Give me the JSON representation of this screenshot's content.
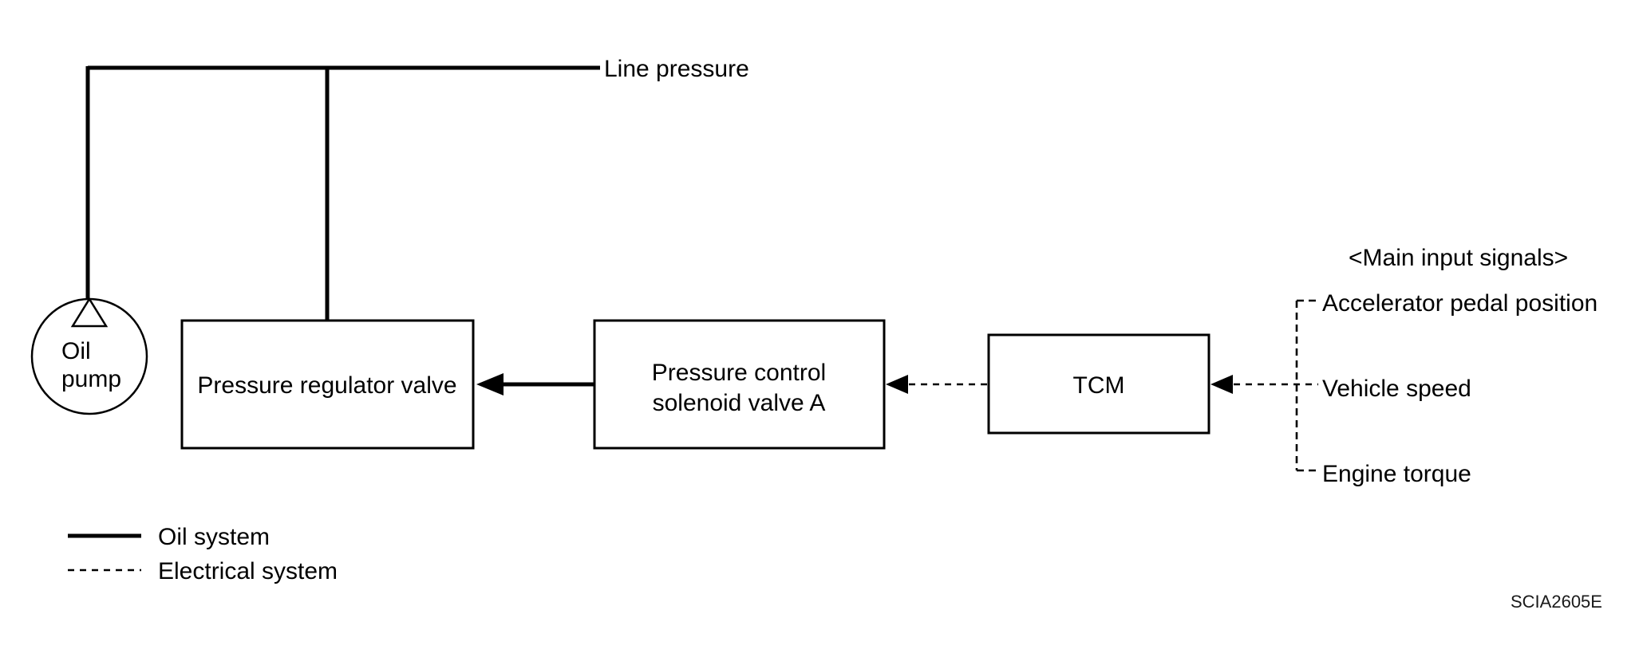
{
  "diagram": {
    "line_pressure_label": "Line pressure",
    "oil_pump": {
      "line1": "Oil",
      "line2": "pump"
    },
    "pressure_regulator_valve": {
      "label": "Pressure regulator valve"
    },
    "pressure_control_solenoid_valve": {
      "line1": "Pressure control",
      "line2": "solenoid valve A"
    },
    "tcm": {
      "label": "TCM"
    },
    "main_input_signals": {
      "heading": "<Main input signals>",
      "items": [
        "Accelerator pedal position",
        "Vehicle speed",
        "Engine torque"
      ]
    },
    "legend": {
      "oil_system": "Oil system",
      "electrical_system": "Electrical system"
    },
    "figure_code": "SCIA2605E",
    "colors": {
      "foreground": "#000000",
      "background": "#ffffff",
      "figure_code_text": "#1a1a1a"
    }
  }
}
